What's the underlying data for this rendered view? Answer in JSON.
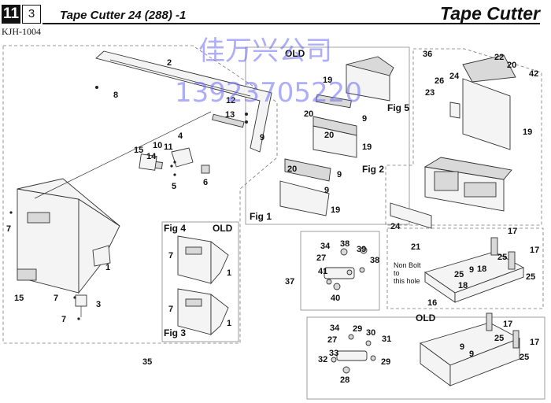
{
  "header": {
    "section_no": "11",
    "sub_no": "3",
    "model_code": "KJH-1004",
    "title": "Tape Cutter 24 (288) -1",
    "category": "Tape Cutter"
  },
  "watermark": {
    "line1": "佳万兴公司",
    "line2": "13923705220"
  },
  "figure_labels": {
    "fig1": "Fig 1",
    "fig2": "Fig 2",
    "fig3": "Fig 3",
    "fig4": "Fig 4",
    "fig5": "Fig 5",
    "old_a": "OLD",
    "old_b": "OLD",
    "old_c": "OLD"
  },
  "note": {
    "line1": "Non Bolt",
    "line2": "to",
    "line3": "this hole"
  },
  "callouts": {
    "main_2": "2",
    "main_8": "8",
    "main_12": "12",
    "main_13": "13",
    "main_9": "9",
    "main_4": "4",
    "main_10": "10",
    "main_11": "11",
    "main_15a": "15",
    "main_14": "14",
    "main_5": "5",
    "main_6": "6",
    "main_7a": "7",
    "main_1": "1",
    "main_15b": "15",
    "main_7b": "7",
    "main_3": "3",
    "main_7c": "7",
    "main_35": "35",
    "f4_7": "7",
    "f4_1": "1",
    "f3_7": "7",
    "f3_1": "1",
    "f5_19": "19",
    "f5_20": "20",
    "f5_9": "9",
    "f2_20": "20",
    "f2_9": "9",
    "f2_19": "19",
    "f1_20": "20",
    "f1_9": "9",
    "f1_19": "19",
    "r_36": "36",
    "r_22": "22",
    "r_20": "20",
    "r_42": "42",
    "r_26": "26",
    "r_24a": "24",
    "r_23": "23",
    "r_19": "19",
    "r_24b": "24",
    "r_21": "21",
    "b_34": "34",
    "b_38a": "38",
    "b_27": "27",
    "b_39": "39",
    "b_38b": "38",
    "b_41": "41",
    "b_37": "37",
    "b_40": "40",
    "t_17a": "17",
    "t_25a": "25",
    "t_17b": "17",
    "t_9": "9",
    "t_18": "18",
    "t_25b": "25",
    "t_25c": "25",
    "t_18b": "18",
    "t_16": "16",
    "o_34": "34",
    "o_29a": "29",
    "o_30": "30",
    "o_27": "27",
    "o_31": "31",
    "o_33": "33",
    "o_32": "32",
    "o_29b": "29",
    "o_28": "28",
    "o_17a": "17",
    "o_25a": "25",
    "o_17b": "17",
    "o_9a": "9",
    "o_9b": "9",
    "o_25b": "25"
  }
}
